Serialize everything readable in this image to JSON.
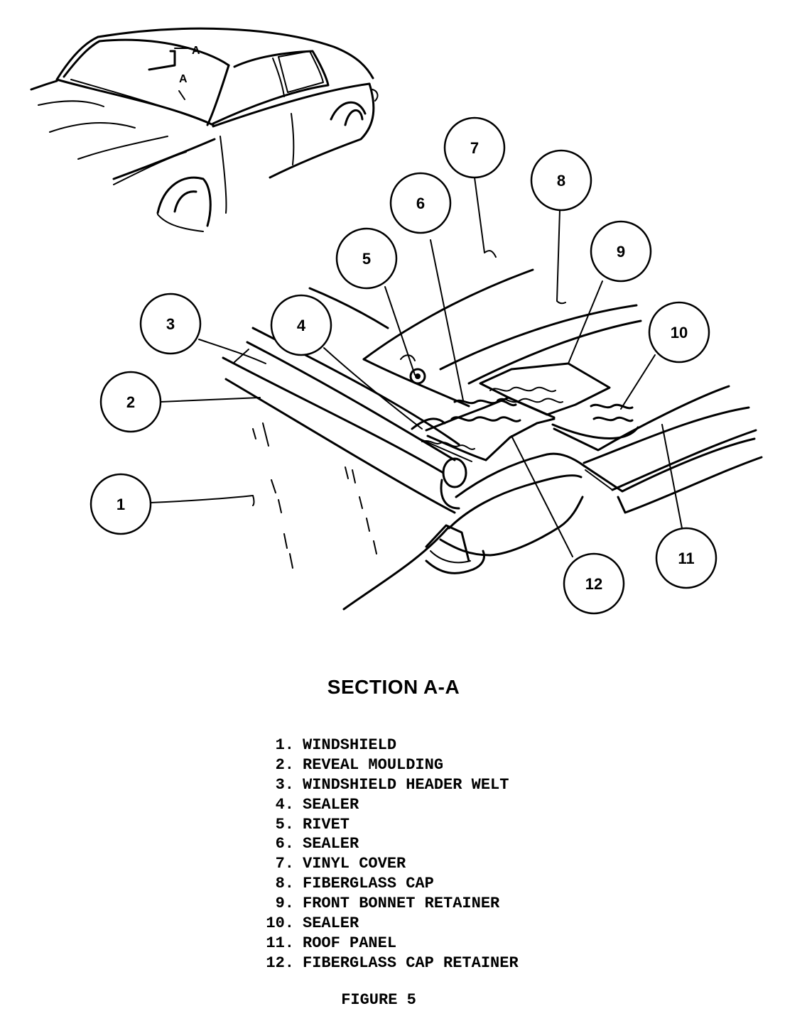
{
  "diagram": {
    "section_markers": [
      "A",
      "A"
    ],
    "callouts": [
      "1",
      "2",
      "3",
      "4",
      "5",
      "6",
      "7",
      "8",
      "9",
      "10",
      "11",
      "12"
    ]
  },
  "title": "SECTION A-A",
  "parts": [
    {
      "num": "1.",
      "label": "WINDSHIELD"
    },
    {
      "num": "2.",
      "label": "REVEAL MOULDING"
    },
    {
      "num": "3.",
      "label": "WINDSHIELD HEADER WELT"
    },
    {
      "num": "4.",
      "label": "SEALER"
    },
    {
      "num": "5.",
      "label": "RIVET"
    },
    {
      "num": "6.",
      "label": "SEALER"
    },
    {
      "num": "7.",
      "label": "VINYL COVER"
    },
    {
      "num": "8.",
      "label": "FIBERGLASS CAP"
    },
    {
      "num": "9.",
      "label": "FRONT BONNET RETAINER"
    },
    {
      "num": "10.",
      "label": "SEALER"
    },
    {
      "num": "11.",
      "label": "ROOF PANEL"
    },
    {
      "num": "12.",
      "label": "FIBERGLASS CAP RETAINER"
    }
  ],
  "caption": "FIGURE 5"
}
